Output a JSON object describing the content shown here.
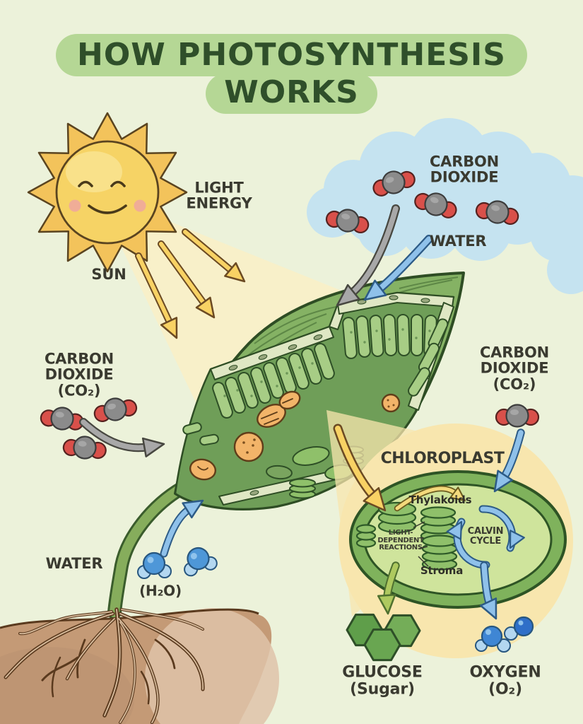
{
  "title": {
    "line1": "HOW PHOTOSYNTHESIS",
    "line2": "WORKS"
  },
  "labels": {
    "light_energy": "LIGHT\nENERGY",
    "sun": "SUN",
    "carbon_dioxide_top": "CARBON\nDIOXIDE",
    "water_top": "WATER",
    "carbon_dioxide_left": "CARBON\nDIOXIDE\n(CO₂)",
    "carbon_dioxide_right": "CARBON\nDIOXIDE\n(CO₂)",
    "chloroplast": "CHLOROPLAST",
    "thylakoids": "Thylakoids",
    "light_dependent_reactions": "LIGHT-\nDEPENDENT\nREACTIONS",
    "calvin_cycle": "CALVIN\nCYCLE",
    "stroma": "Stroma",
    "water_bottom": "WATER",
    "h2o": "(H₂O)",
    "glucose": "GLUCOSE\n(Sugar)",
    "oxygen": "OXYGEN\n(O₂)"
  },
  "icons": {
    "sun-icon": "smiling sun with rays",
    "cloud-icon": "light blue cloud",
    "co2-molecule-icon": "gray carbon atom with two red oxygen atoms",
    "water-molecule-icon": "blue oxygen atom with two light-blue hydrogen atoms",
    "oxygen-molecule-icon": "paired blue oxygen atoms",
    "leaf-cross-section-icon": "leaf with cut-away interior cells",
    "chloroplast-icon": "oval chloroplast with thylakoid stacks",
    "glucose-hexagon-icon": "three green hexagons",
    "roots-icon": "branching roots in brown soil",
    "arrow-icon": "curved outlined flow arrows"
  },
  "colors": {
    "background": "#ecf2da",
    "title_text": "#2f4f2a",
    "title_highlight": "#b5d795",
    "label_text": "#3a3a30",
    "sun_body": "#f6d365",
    "sun_ray": "#f3c35b",
    "sun_outline": "#5a4420",
    "cheek": "#f0a89c",
    "beam": "#faefc6",
    "arrow_yellow": "#f8d264",
    "arrow_gray": "#a8a8a8",
    "arrow_blue": "#8fc1ea",
    "arrow_green": "#aec95f",
    "cloud_blue": "#c5e3f0",
    "carbon_gray": "#8b8b8b",
    "oxygen_red": "#d9504a",
    "water_blue": "#4e97d8",
    "water_light": "#b3d7f0",
    "o2_dark": "#2f6fc8",
    "leaf_green": "#85b264",
    "leaf_window": "#6f9e58",
    "leaf_outline": "#2e4d24",
    "leaf_vein": "#5d8746",
    "cell_green": "#a7cd85",
    "epidermis": "#dfe7c4",
    "organelle_orange": "#f2b469",
    "organelle_outline": "#5f3d19",
    "glow": "#f8e6ae",
    "chloro_ring": "#7fb25c",
    "chloro_inner": "#cfe49c",
    "chloro_outline": "#2e5425",
    "grana_green": "#8fc06a",
    "soil": "#c49a76",
    "soil_light": "#dfc3a9",
    "root_brown": "#5a3a1e",
    "stem_green": "#86ad5c",
    "glucose_green": "#69a651"
  }
}
